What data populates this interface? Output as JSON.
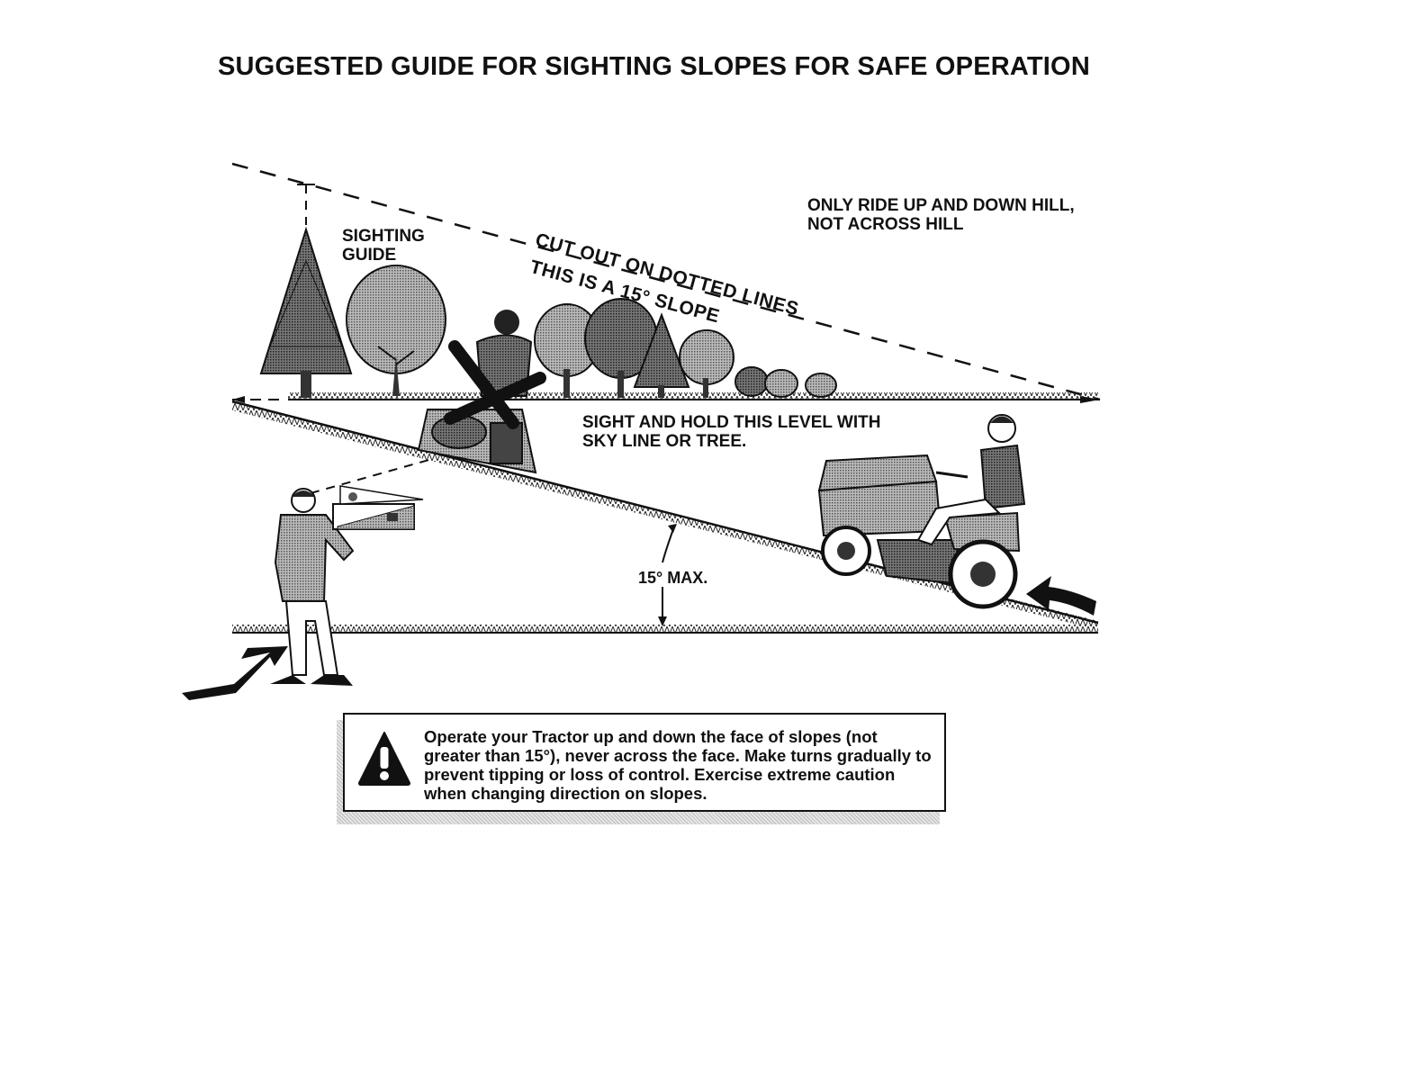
{
  "title": "SUGGESTED GUIDE FOR SIGHTING SLOPES FOR SAFE OPERATION",
  "labels": {
    "sighting_guide": "SIGHTING\nGUIDE",
    "cut_out": "CUT OUT ON DOTTED LINES",
    "fifteen_slope": "THIS IS A 15° SLOPE",
    "ride_direction": "ONLY RIDE UP AND DOWN HILL,\nNOT ACROSS HILL",
    "sight_hold": "SIGHT AND HOLD THIS LEVEL WITH\nSKY LINE OR TREE.",
    "max_angle": "15° MAX."
  },
  "warning": {
    "icon": "warning-triangle-icon",
    "text": "Operate your Tractor up and down the face of slopes (not greater than 15°), never across the face. Make turns gradually to prevent tipping or loss of control. Exercise extreme caution when changing direction on slopes."
  }
}
